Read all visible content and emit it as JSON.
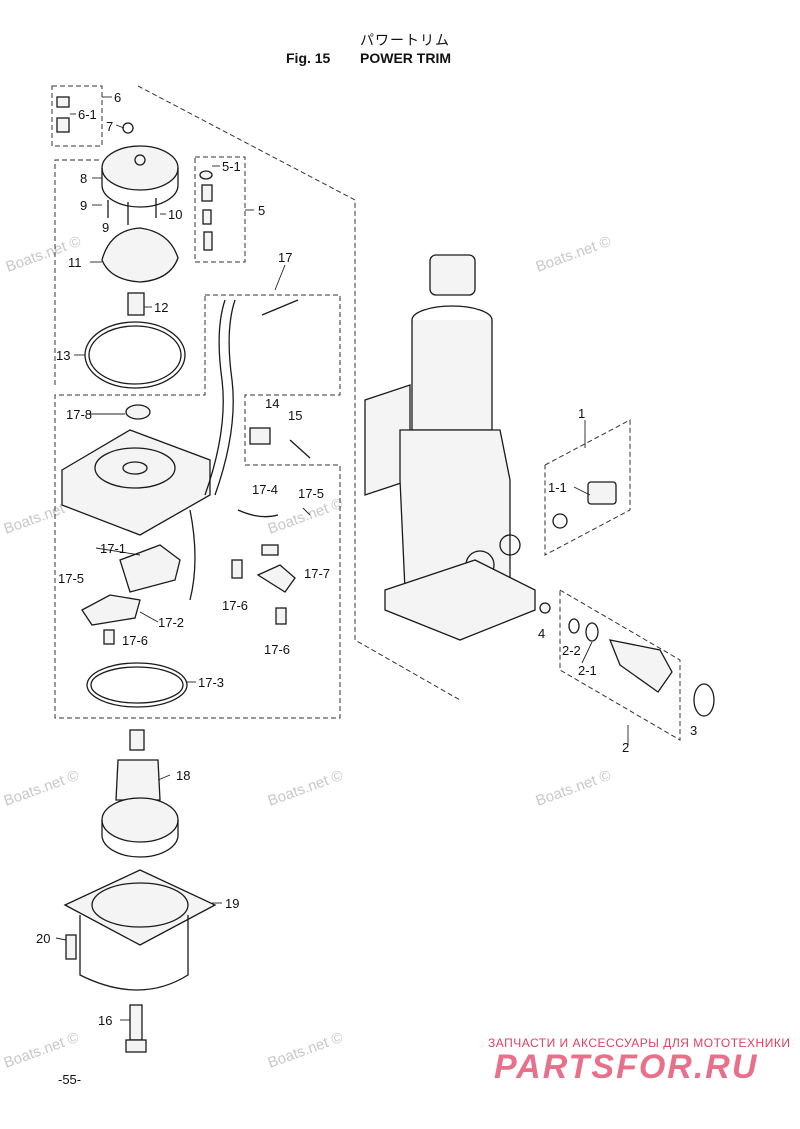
{
  "header": {
    "title_jp": "パワートリム",
    "fig_label": "Fig. 15",
    "fig_title": "POWER TRIM"
  },
  "footer": {
    "page_number": "-55-"
  },
  "watermark": {
    "text": "Boats.net ©"
  },
  "promo": {
    "tagline": "ЗАПЧАСТИ И АКСЕССУАРЫ ДЛЯ МОТОТЕХНИКИ",
    "brand": "PARTSFOR.RU",
    "color": "#e8708a"
  },
  "callouts": [
    "6",
    "6-1",
    "7",
    "8",
    "9",
    "9",
    "10",
    "5-1",
    "5",
    "11",
    "12",
    "13",
    "17",
    "14",
    "15",
    "17-8",
    "17-4",
    "17-5",
    "17-1",
    "17-5",
    "17-7",
    "17-6",
    "17-2",
    "17-6",
    "17-6",
    "17-3",
    "1",
    "1-1",
    "4",
    "2-2",
    "2-1",
    "3",
    "2",
    "18",
    "19",
    "20",
    "16"
  ]
}
